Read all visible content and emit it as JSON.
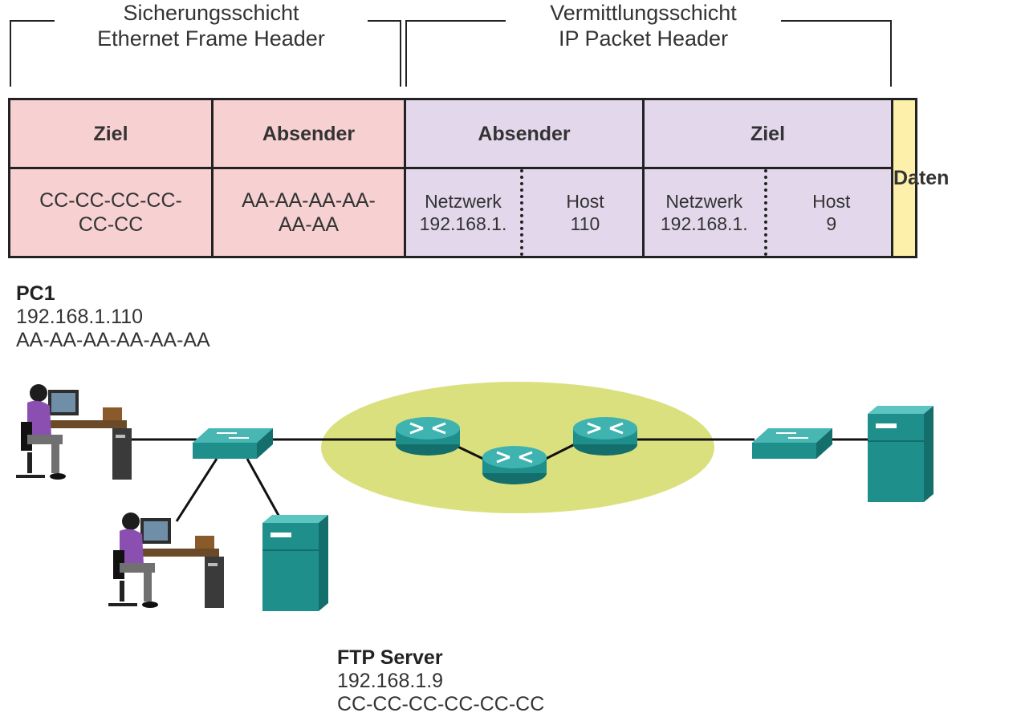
{
  "layers": {
    "data_link": {
      "line1": "Sicherungsschicht",
      "line2": "Ethernet Frame Header"
    },
    "network": {
      "line1": "Vermittlungsschicht",
      "line2": "IP Packet Header"
    }
  },
  "header_table": {
    "eth_dest": {
      "title": "Ziel",
      "value_line1": "CC-CC-CC-CC-",
      "value_line2": "CC-CC"
    },
    "eth_src": {
      "title": "Absender",
      "value_line1": "AA-AA-AA-AA-",
      "value_line2": "AA-AA"
    },
    "ip_src": {
      "title": "Absender",
      "net_label": "Netzwerk",
      "net_value": "192.168.1.",
      "host_label": "Host",
      "host_value": "110"
    },
    "ip_dest": {
      "title": "Ziel",
      "net_label": "Netzwerk",
      "net_value": "192.168.1.",
      "host_label": "Host",
      "host_value": "9"
    },
    "data": "Daten"
  },
  "pc1": {
    "name": "PC1",
    "ip": "192.168.1.110",
    "mac": "AA-AA-AA-AA-AA-AA"
  },
  "ftp_server": {
    "name": "FTP Server",
    "ip": "192.168.1.9",
    "mac": "CC-CC-CC-CC-CC-CC"
  },
  "colors": {
    "ethernet_header": "#f7d0d1",
    "ip_header": "#e3d7eb",
    "data": "#fdf0ab",
    "wan_cloud": "#dbe07e",
    "device_teal": "#1f8f8c",
    "person_shirt": "#8a4fb0"
  },
  "icons": [
    "pc-user-icon",
    "switch-icon",
    "router-icon",
    "server-icon"
  ]
}
